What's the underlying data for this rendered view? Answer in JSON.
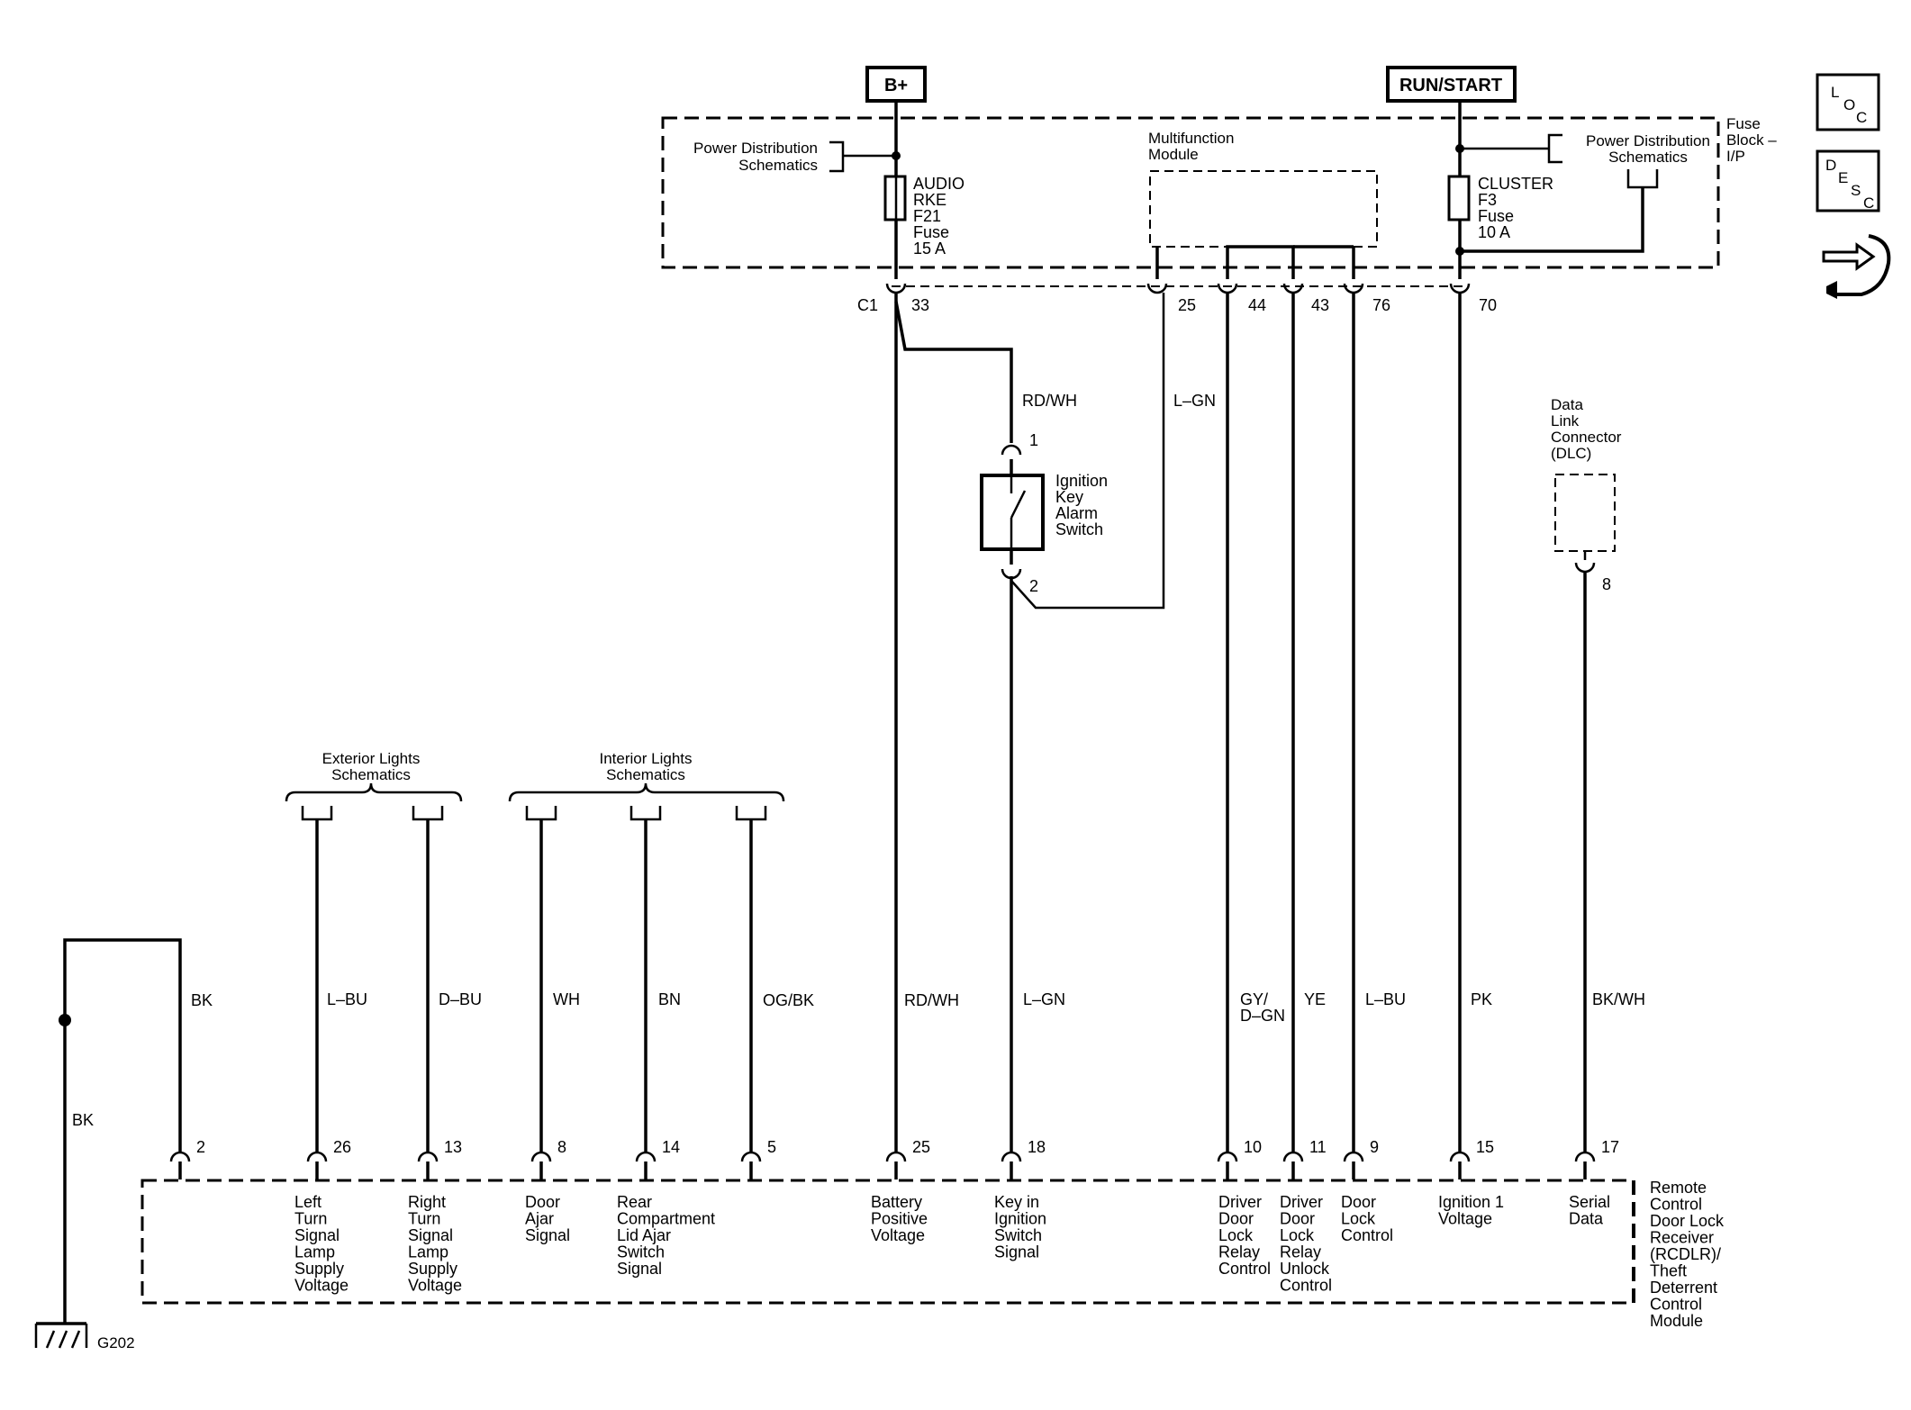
{
  "power": {
    "bplus": "B+",
    "runstart": "RUN/START"
  },
  "fuse_block": {
    "label_1": "Fuse",
    "label_2": "Block –",
    "label_3": "I/P"
  },
  "pds_left": {
    "line1": "Power Distribution",
    "line2": "Schematics"
  },
  "pds_right": {
    "line1": "Power Distribution",
    "line2": "Schematics"
  },
  "fuse_audio": {
    "l1": "AUDIO",
    "l2": "RKE",
    "l3": "F21",
    "l4": "Fuse",
    "l5": "15 A"
  },
  "fuse_cluster": {
    "l1": "CLUSTER",
    "l2": "F3",
    "l3": "Fuse",
    "l4": "10 A"
  },
  "mfm": {
    "l1": "Multifunction",
    "l2": "Module"
  },
  "connector_c1": "C1",
  "top_pins": {
    "p33": "33",
    "p25": "25",
    "p44": "44",
    "p43": "43",
    "p76": "76",
    "p70": "70"
  },
  "switch": {
    "l1": "Ignition",
    "l2": "Key",
    "l3": "Alarm",
    "l4": "Switch",
    "pin1": "1",
    "pin2": "2"
  },
  "dlc": {
    "l1": "Data",
    "l2": "Link",
    "l3": "Connector",
    "l4": "(DLC)",
    "pin": "8"
  },
  "upper_wires": {
    "rdwh": "RD/WH",
    "lgn": "L–GN"
  },
  "ext_lights": {
    "l1": "Exterior Lights",
    "l2": "Schematics"
  },
  "int_lights": {
    "l1": "Interior Lights",
    "l2": "Schematics"
  },
  "wire_colors": {
    "bk_top": "BK",
    "lbu": "L–BU",
    "dbu": "D–BU",
    "wh": "WH",
    "bn": "BN",
    "ogbk": "OG/BK",
    "rdwh": "RD/WH",
    "lgn": "L–GN",
    "gydgn_1": "GY/",
    "gydgn_2": "D–GN",
    "ye": "YE",
    "lbu2": "L–BU",
    "pk": "PK",
    "bkwh": "BK/WH",
    "bk_ground": "BK"
  },
  "bottom_pins": {
    "p2": "2",
    "p26": "26",
    "p13": "13",
    "p8": "8",
    "p14": "14",
    "p5": "5",
    "p25": "25",
    "p18": "18",
    "p10": "10",
    "p11": "11",
    "p9": "9",
    "p15": "15",
    "p17": "17"
  },
  "module_labels": {
    "left_turn": [
      "Left",
      "Turn",
      "Signal",
      "Lamp",
      "Supply",
      "Voltage"
    ],
    "right_turn": [
      "Right",
      "Turn",
      "Signal",
      "Lamp",
      "Supply",
      "Voltage"
    ],
    "door_ajar": [
      "Door",
      "Ajar",
      "Signal"
    ],
    "rear_comp": [
      "Rear",
      "Compartment",
      "Lid Ajar",
      "Switch",
      "Signal"
    ],
    "battery": [
      "Battery",
      "Positive",
      "Voltage"
    ],
    "key_in": [
      "Key in",
      "Ignition",
      "Switch",
      "Signal"
    ],
    "driver_lock": [
      "Driver",
      "Door",
      "Lock",
      "Relay",
      "Control"
    ],
    "driver_unlock": [
      "Driver",
      "Door",
      "Lock",
      "Relay",
      "Unlock",
      "Control"
    ],
    "door_lock": [
      "Door",
      "Lock",
      "Control"
    ],
    "ign1": [
      "Ignition 1",
      "Voltage"
    ],
    "serial": [
      "Serial",
      "Data"
    ]
  },
  "module_name": [
    "Remote",
    "Control",
    "Door Lock",
    "Receiver",
    "(RCDLR)/",
    "Theft",
    "Deterrent",
    "Control",
    "Module"
  ],
  "ground": "G202",
  "side_icons": {
    "loc": [
      "L",
      "O",
      "C"
    ],
    "desc": [
      "D",
      "E",
      "S",
      "C"
    ]
  }
}
